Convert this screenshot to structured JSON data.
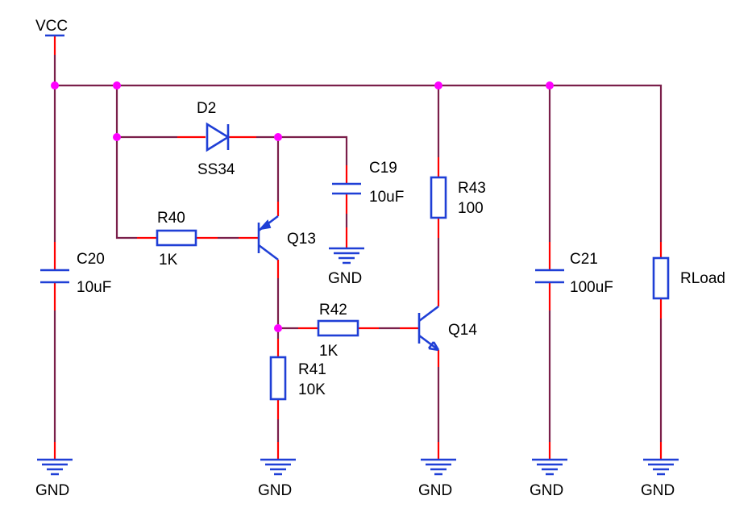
{
  "power": {
    "vcc": "VCC",
    "gnd": "GND"
  },
  "components": {
    "d2": {
      "ref": "D2",
      "value": "SS34"
    },
    "c19": {
      "ref": "C19",
      "value": "10uF"
    },
    "c20": {
      "ref": "C20",
      "value": "10uF"
    },
    "c21": {
      "ref": "C21",
      "value": "100uF"
    },
    "r40": {
      "ref": "R40",
      "value": "1K"
    },
    "r41": {
      "ref": "R41",
      "value": "10K"
    },
    "r42": {
      "ref": "R42",
      "value": "1K"
    },
    "r43": {
      "ref": "R43",
      "value": "100"
    },
    "q13": {
      "ref": "Q13"
    },
    "q14": {
      "ref": "Q14"
    },
    "rload": {
      "ref": "RLoad"
    }
  },
  "colors": {
    "wire": "#7a1f4a",
    "pin": "#ff0000",
    "symbol": "#1f3fd6",
    "junction": "#ff00ff",
    "text": "#000000"
  }
}
